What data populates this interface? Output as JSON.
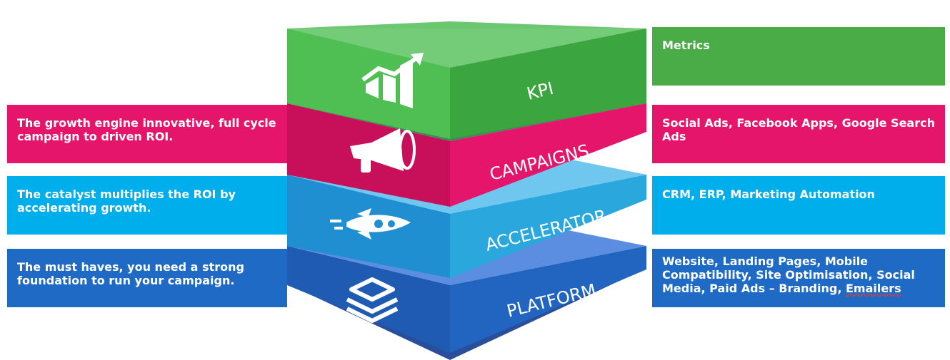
{
  "layers": [
    {
      "label": "KPI",
      "icon": "growth-chart-icon",
      "color": "#4fc152"
    },
    {
      "label": "CAMPAIGNS",
      "icon": "megaphone-icon",
      "color": "#e4156a"
    },
    {
      "label": "ACCELERATOR",
      "icon": "rocket-icon",
      "color": "#2aa8de"
    },
    {
      "label": "PLATFORM",
      "icon": "layers-icon",
      "color": "#1e6bc4"
    }
  ],
  "left_boxes": [
    {
      "text": "The growth engine innovative, full cycle campaign to driven ROI.",
      "color": "#e4156a"
    },
    {
      "text": "The catalyst multiplies the ROI by accelerating growth.",
      "color": "#00aeec"
    },
    {
      "text": "The must haves, you need a strong foundation to run your campaign.",
      "color": "#1f6ac4"
    }
  ],
  "right_boxes": [
    {
      "text": "Metrics",
      "color": "#4aac47"
    },
    {
      "text": "Social Ads, Facebook Apps, Google Search  Ads",
      "color": "#e4156a"
    },
    {
      "text": "CRM, ERP, Marketing  Automation",
      "color": "#00aeec"
    },
    {
      "text_main": "Website, Landing Pages, Mobile Compatibility, Site Optimisation, Social Media, Paid Ads – Branding,",
      "text_emph": "Emailers",
      "color": "#1f6ac4"
    }
  ]
}
